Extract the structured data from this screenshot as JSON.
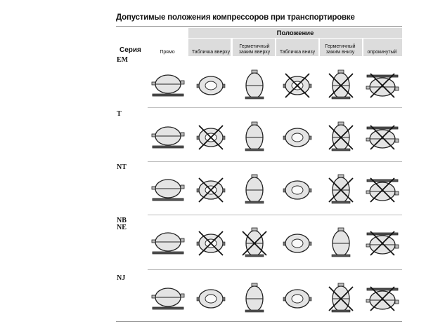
{
  "title": "Допустимые положения компрессоров при транспортировке",
  "header": {
    "position_label": "Положение",
    "series_label": "Серия",
    "columns": [
      "Прямо",
      "Табличка вверху",
      "Герметичный зажим вверху",
      "Табличка внизу",
      "Герметичный зажим внизу",
      "опрокинутый"
    ]
  },
  "rows": [
    {
      "series": "EM",
      "allowed": [
        true,
        true,
        true,
        false,
        false,
        false
      ]
    },
    {
      "series": "T",
      "allowed": [
        true,
        false,
        true,
        true,
        false,
        false
      ]
    },
    {
      "series": "NT",
      "allowed": [
        true,
        false,
        true,
        true,
        false,
        false
      ]
    },
    {
      "series": "NB\nNE",
      "allowed": [
        true,
        false,
        false,
        true,
        true,
        false
      ]
    },
    {
      "series": "NJ",
      "allowed": [
        true,
        true,
        true,
        true,
        false,
        false
      ]
    }
  ]
}
